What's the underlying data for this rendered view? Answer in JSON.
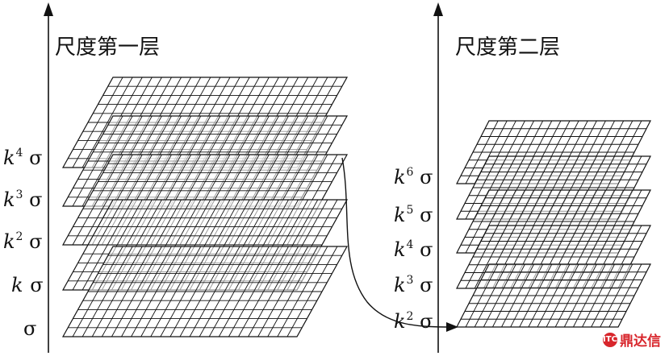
{
  "left_panel": {
    "title": "尺度第一层",
    "scale_labels": [
      {
        "base": "k",
        "exp": "4",
        "sym": "σ"
      },
      {
        "base": "k",
        "exp": "3",
        "sym": "σ"
      },
      {
        "base": "k",
        "exp": "2",
        "sym": "σ"
      },
      {
        "base": "k",
        "exp": "",
        "sym": "σ"
      },
      {
        "base": "",
        "exp": "",
        "sym": "σ"
      }
    ]
  },
  "right_panel": {
    "title": "尺度第二层",
    "scale_labels": [
      {
        "base": "k",
        "exp": "6",
        "sym": "σ"
      },
      {
        "base": "k",
        "exp": "5",
        "sym": "σ"
      },
      {
        "base": "k",
        "exp": "4",
        "sym": "σ"
      },
      {
        "base": "k",
        "exp": "3",
        "sym": "σ"
      },
      {
        "base": "k",
        "exp": "2",
        "sym": "σ"
      }
    ]
  },
  "watermark": {
    "badge": "ITC",
    "text": "鼎达信"
  },
  "colors": {
    "line": "#111111",
    "accent": "#d8262c"
  }
}
